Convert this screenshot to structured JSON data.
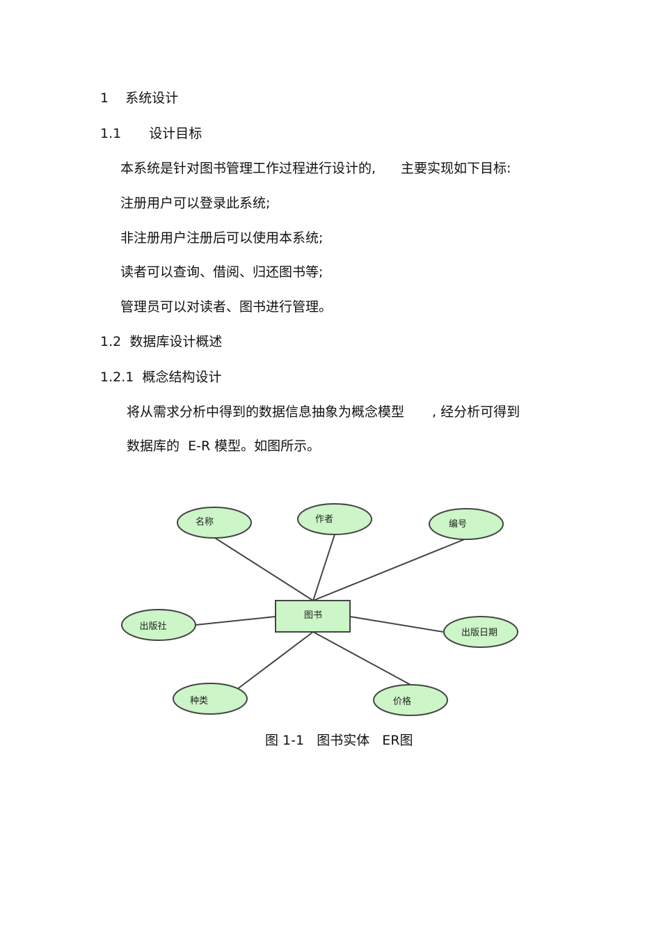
{
  "sections": {
    "h1": {
      "num": "1",
      "title": "系统设计"
    },
    "h1_1": {
      "num": "1.1",
      "title": "设计目标"
    },
    "intro_a": "本系统是针对图书管理工作过程进行设计的,",
    "intro_b": "主要实现如下目标:",
    "goals": [
      "注册用户可以登录此系统;",
      "非注册用户注册后可以使用本系统;",
      "读者可以查询、借阅、归还图书等;",
      "管理员可以对读者、图书进行管理。"
    ],
    "h1_2": {
      "num": "1.2",
      "title": "数据库设计概述"
    },
    "h1_2_1": {
      "num": "1.2.1",
      "title": "概念结构设计"
    },
    "para_a": "将从需求分析中得到的数据信息抽象为概念模型",
    "para_b": ", 经分析可得到",
    "para_c": "数据库的  E-R 模型。如图所示。"
  },
  "diagram": {
    "entity": "图书",
    "attributes": [
      "名称",
      "作者",
      "编号",
      "出版社",
      "出版日期",
      "种类",
      "价格"
    ],
    "fill": "#ccf5c8",
    "stroke": "#444444",
    "caption": "图 1-1   图书实体   ER图"
  }
}
